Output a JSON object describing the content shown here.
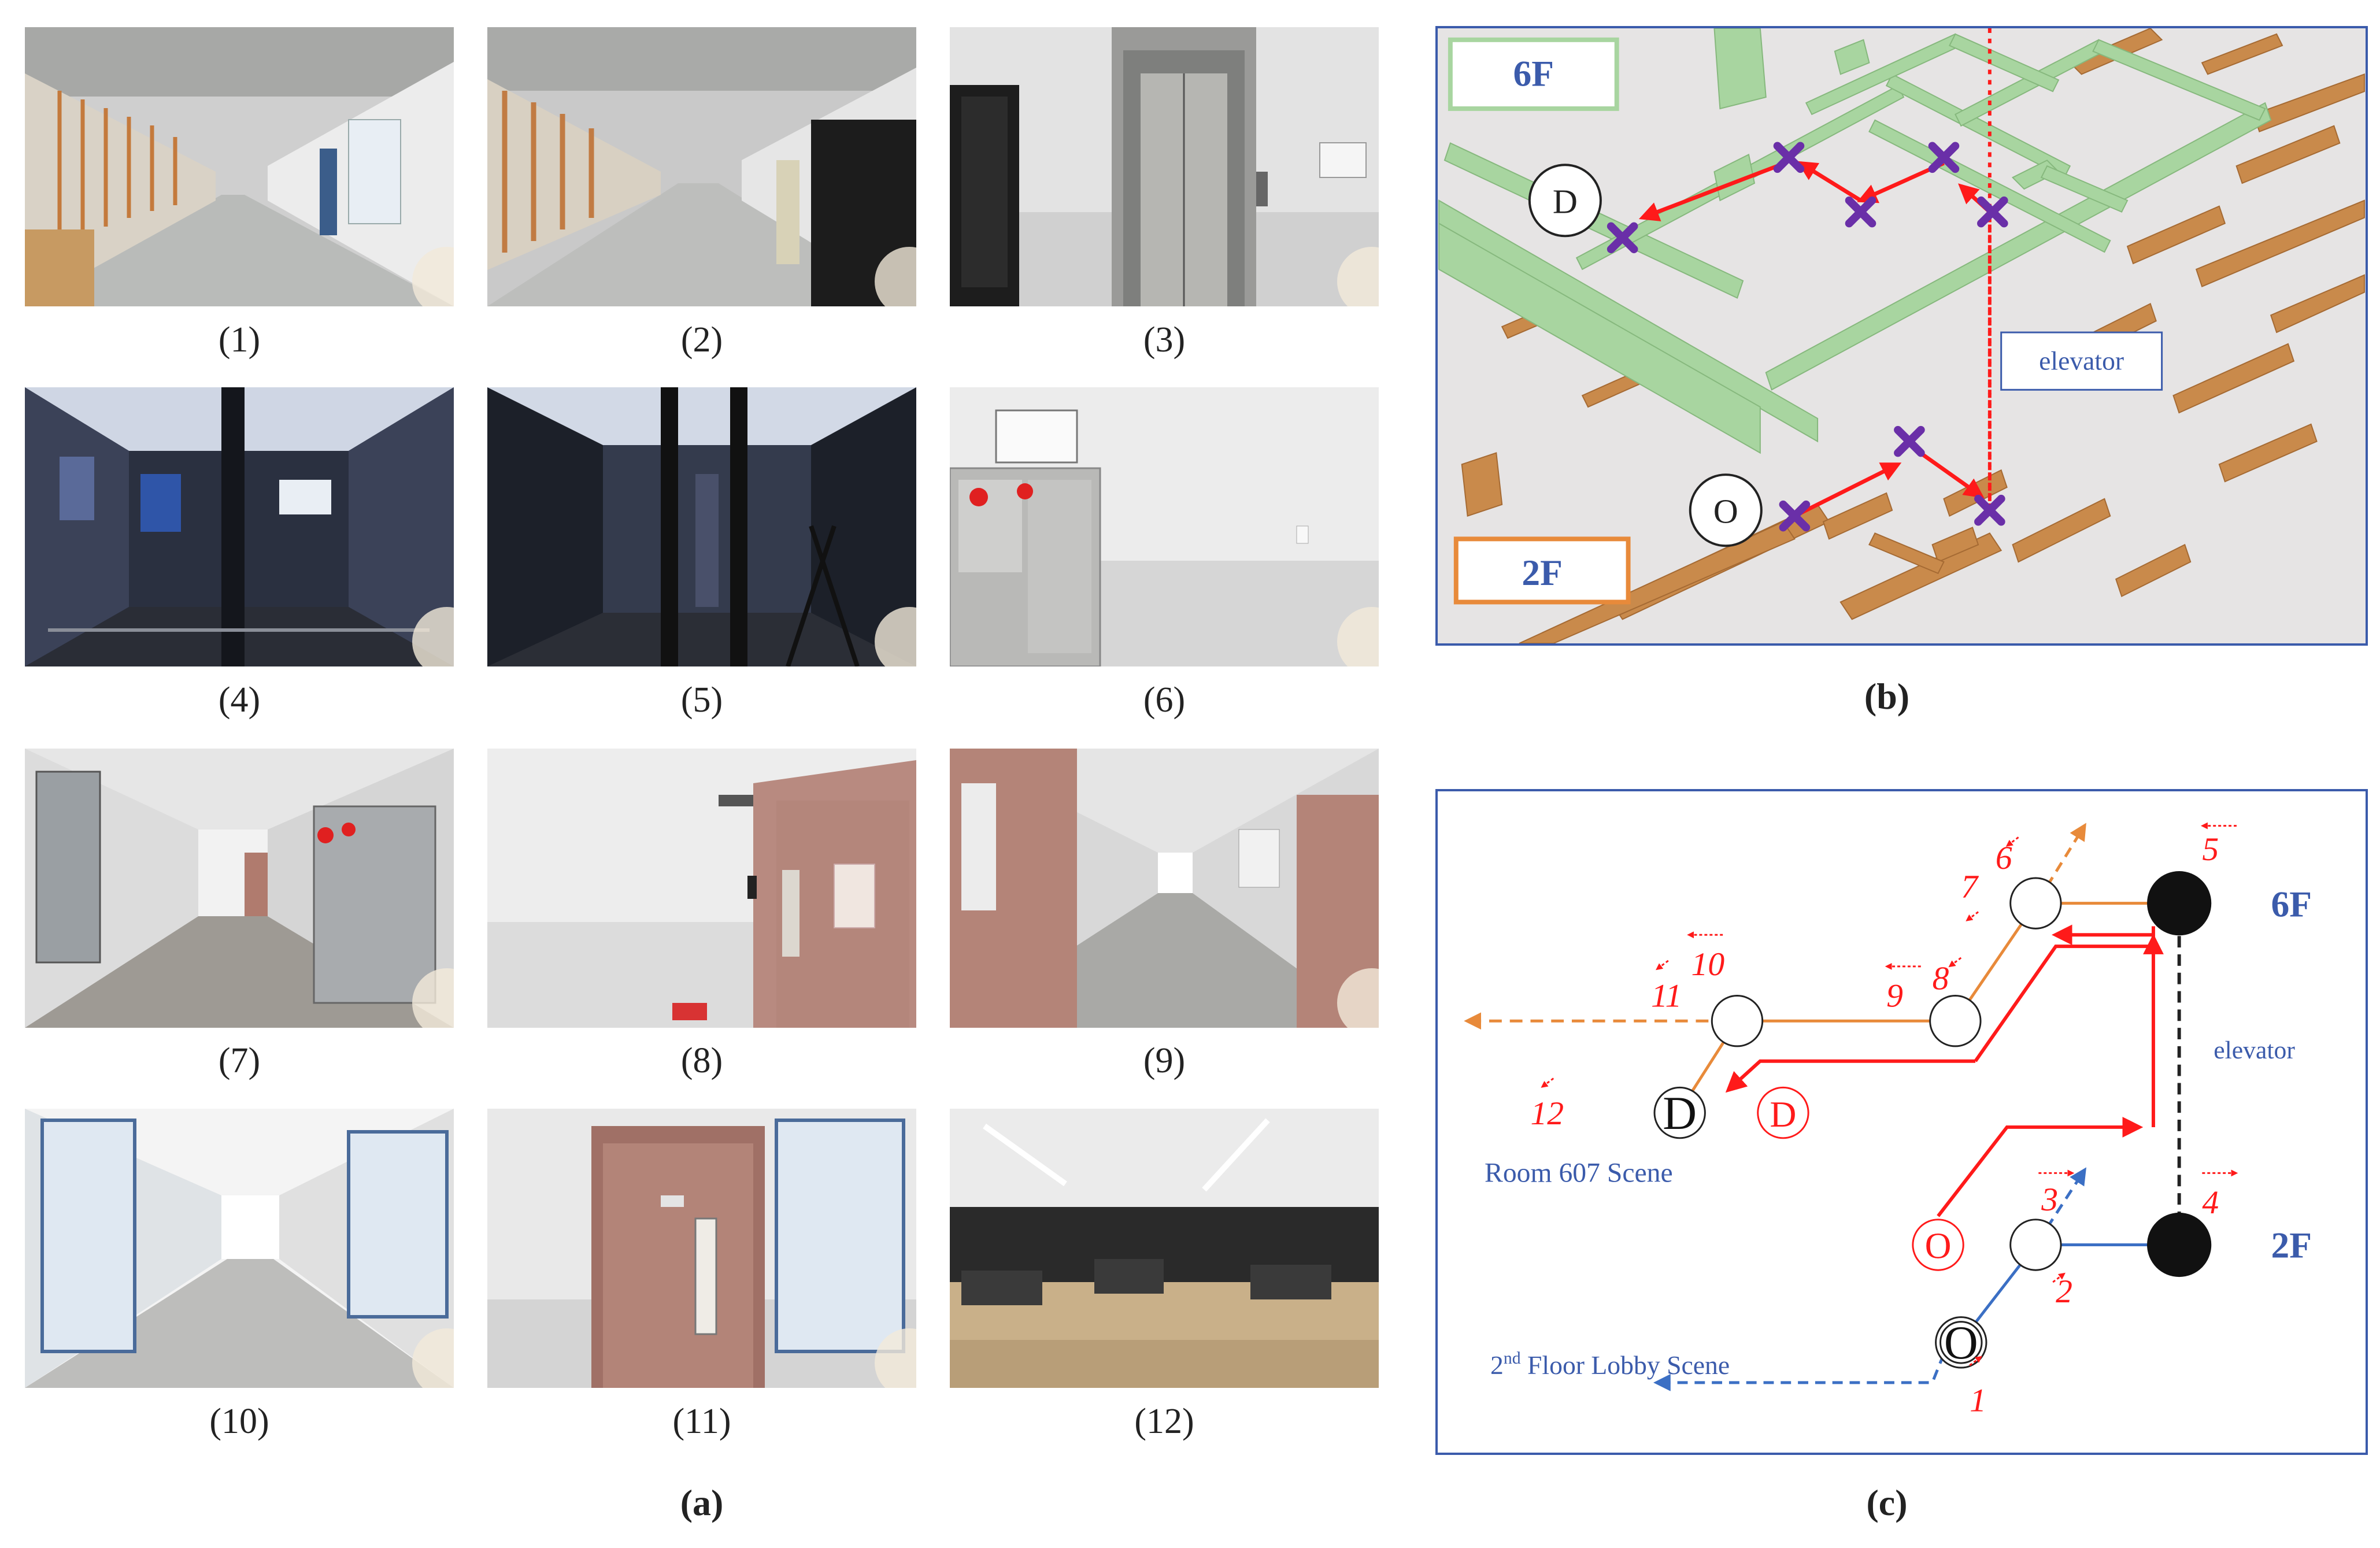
{
  "panel_a": {
    "label": "(a)",
    "photos": [
      {
        "caption": "(1)",
        "scene": "corridor-windows"
      },
      {
        "caption": "(2)",
        "scene": "corridor-dark-wall"
      },
      {
        "caption": "(3)",
        "scene": "elevator-door"
      },
      {
        "caption": "(4)",
        "scene": "elevator-interior"
      },
      {
        "caption": "(5)",
        "scene": "elevator-interior-mirror"
      },
      {
        "caption": "(6)",
        "scene": "fire-cabinet"
      },
      {
        "caption": "(7)",
        "scene": "hallway-fire-cabinet"
      },
      {
        "caption": "(8)",
        "scene": "wall-door"
      },
      {
        "caption": "(9)",
        "scene": "long-hallway"
      },
      {
        "caption": "(10)",
        "scene": "bright-hallway-boards"
      },
      {
        "caption": "(11)",
        "scene": "room-door"
      },
      {
        "caption": "(12)",
        "scene": "computer-classroom"
      }
    ]
  },
  "panel_b": {
    "label": "(b)",
    "floor_top": "6F",
    "floor_bottom": "2F",
    "destination": "D",
    "origin": "O",
    "elevator_label": "elevator",
    "colors": {
      "upper_floor": "#a8d5a0",
      "lower_floor": "#c98a4b",
      "path": "#ff1a1a",
      "marker": "#6a2fa8",
      "border": "#3b5bab"
    }
  },
  "panel_c": {
    "label": "(c)",
    "floor_top": "6F",
    "floor_bottom": "2F",
    "elevator_label": "elevator",
    "room_label": "Room 607 Scene",
    "lobby_label_sup": "nd",
    "lobby_label_pre": "2",
    "lobby_label_post": " Floor Lobby Scene",
    "origin_black": "O",
    "origin_red": "O",
    "dest_black": "D",
    "dest_red": "D",
    "steps": [
      "1",
      "2",
      "3",
      "4",
      "5",
      "6",
      "7",
      "8",
      "9",
      "10",
      "11",
      "12"
    ],
    "colors": {
      "route": "#ff1a1a",
      "upper_edge": "#e88a3a",
      "lower_edge": "#3b6fc4",
      "text_blue": "#3b5bab"
    }
  }
}
